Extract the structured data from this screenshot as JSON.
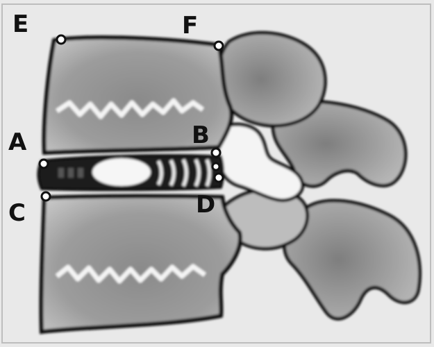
{
  "labels": {
    "a": "A",
    "b": "B",
    "c": "C",
    "d": "D",
    "e": "E",
    "f": "F"
  },
  "colors": {
    "background": "#e9e9e9",
    "bone_fill": "#cfcfcf",
    "bone_dark": "#6e6e6e",
    "outline": "#111111",
    "marrow_line": "#f4f4f4",
    "landmark_point": "#ffffff"
  }
}
